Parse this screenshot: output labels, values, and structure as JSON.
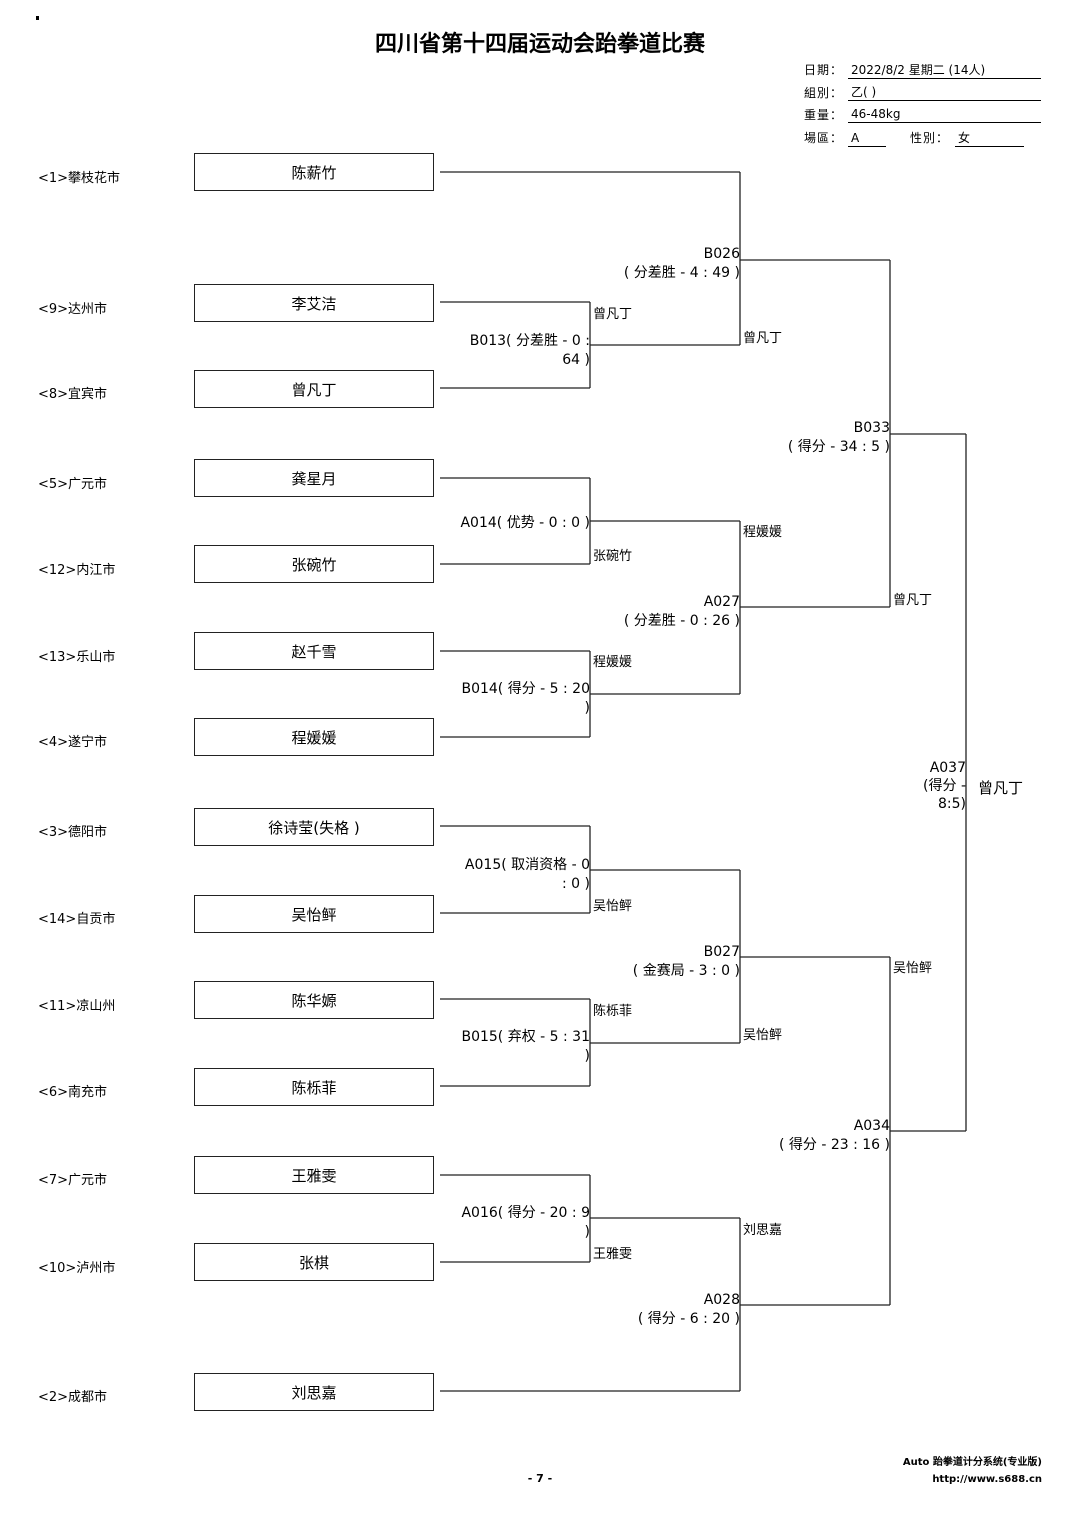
{
  "title": "四川省第十四届运动会跆拳道比赛",
  "info": {
    "date_label": "日期：",
    "date_value": "2022/8/2 星期二 (14人)",
    "group_label": "組別：",
    "group_value": "乙( )",
    "weight_label": "重量：",
    "weight_value": "46-48kg",
    "area_label": "場區：",
    "area_value": "A",
    "gender_label": "性別：",
    "gender_value": "女"
  },
  "entrants": [
    {
      "seed": "<1>攀枝花市",
      "name": "陈薪竹"
    },
    {
      "seed": "<9>达州市",
      "name": "李艾洁"
    },
    {
      "seed": "<8>宜宾市",
      "name": "曾凡丁"
    },
    {
      "seed": "<5>广元市",
      "name": "龚星月"
    },
    {
      "seed": "<12>内江市",
      "name": "张碗竹"
    },
    {
      "seed": "<13>乐山市",
      "name": "赵千雪"
    },
    {
      "seed": "<4>遂宁市",
      "name": "程媛媛"
    },
    {
      "seed": "<3>德阳市",
      "name": "徐诗莹(失格 )"
    },
    {
      "seed": "<14>自贡市",
      "name": "吴怡鲆"
    },
    {
      "seed": "<11>凉山州",
      "name": "陈华嫄"
    },
    {
      "seed": "<6>南充市",
      "name": "陈栎菲"
    },
    {
      "seed": "<7>广元市",
      "name": "王雅雯"
    },
    {
      "seed": "<10>泸州市",
      "name": "张棋"
    },
    {
      "seed": "<2>成都市",
      "name": "刘思嘉"
    }
  ],
  "matches": {
    "B013": {
      "l1": "B013( 分差胜 - 0 :",
      "l2": "64 )",
      "winner": "曾凡丁"
    },
    "A014": {
      "l1": "A014( 优势 - 0 : 0 )",
      "winner": "张碗竹"
    },
    "B014": {
      "l1": "B014( 得分 - 5 : 20",
      "l2": ")",
      "winner": "程媛媛"
    },
    "A015": {
      "l1": "A015( 取消资格 - 0",
      "l2": ": 0 )",
      "winner": "吴怡鲆"
    },
    "B015": {
      "l1": "B015( 弃权 - 5 : 31",
      "l2": ")",
      "winner": "陈栎菲"
    },
    "A016": {
      "l1": "A016( 得分 - 20 : 9",
      "l2": ")",
      "winner": "王雅雯"
    },
    "B026": {
      "l1": "B026",
      "l2": "( 分差胜 - 4 : 49 )",
      "winner": "曾凡丁"
    },
    "A027": {
      "l1": "A027",
      "l2": "( 分差胜 - 0 : 26 )",
      "winner": "程媛媛"
    },
    "B027": {
      "l1": "B027",
      "l2": "( 金赛局 - 3 : 0 )",
      "winner": "吴怡鲆"
    },
    "A028": {
      "l1": "A028",
      "l2": "( 得分 - 6 : 20 )",
      "winner": "刘思嘉"
    },
    "B033": {
      "l1": "B033",
      "l2": "( 得分 - 34 : 5 )",
      "winner": "曾凡丁"
    },
    "A034": {
      "l1": "A034",
      "l2": "( 得分 - 23 : 16 )",
      "winner": "吴怡鲆"
    },
    "A037": {
      "l1": "A037",
      "l2": "(得分 -",
      "l3": "8:5)",
      "winner": "曾凡丁"
    }
  },
  "footer": {
    "software": "Auto 跆拳道计分系统(专业版)",
    "url": "http://www.s688.cn",
    "page": "- 7 -"
  }
}
